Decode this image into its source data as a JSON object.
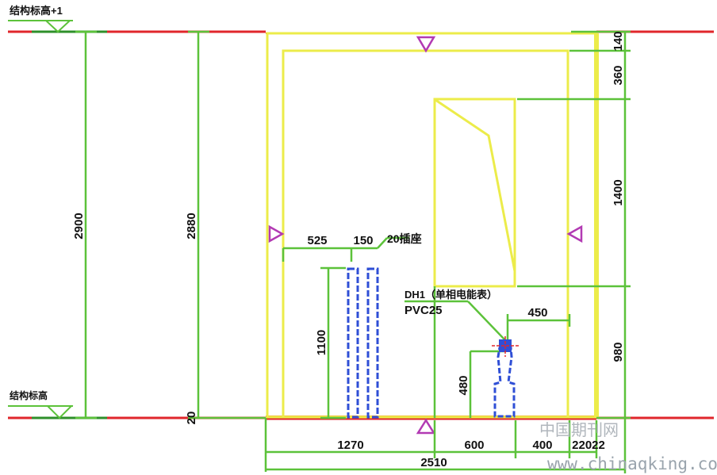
{
  "labels": {
    "top_level": "结构标高+1",
    "bottom_level": "结构标高",
    "cable_box": "DH1（单相电能表）",
    "cable_conduit": "PVC25",
    "sockets_note": "20插座"
  },
  "dimensions": {
    "overall_height": "2900",
    "wall_height": "2880",
    "floor": "20",
    "top_offset": "140",
    "top_gap": "360",
    "box_height": "1400",
    "lower_height": "980",
    "socket_height": "1100",
    "socket_offset": "525",
    "socket_spacing": "150",
    "meter_width": "450",
    "meter_height": "480",
    "seg_a": "1270",
    "seg_b": "600",
    "seg_c": "400",
    "seg_d": "22022",
    "overall_width": "2510"
  },
  "watermark": {
    "cn": "中国期刊网",
    "url": "www.chinaqking.com"
  },
  "colors": {
    "red": "#e0262b",
    "green": "#5cc23a",
    "yellow": "#ecec4a",
    "orange": "#f39a1e",
    "blue": "#2f4fd6",
    "magenta": "#b23ab3"
  }
}
